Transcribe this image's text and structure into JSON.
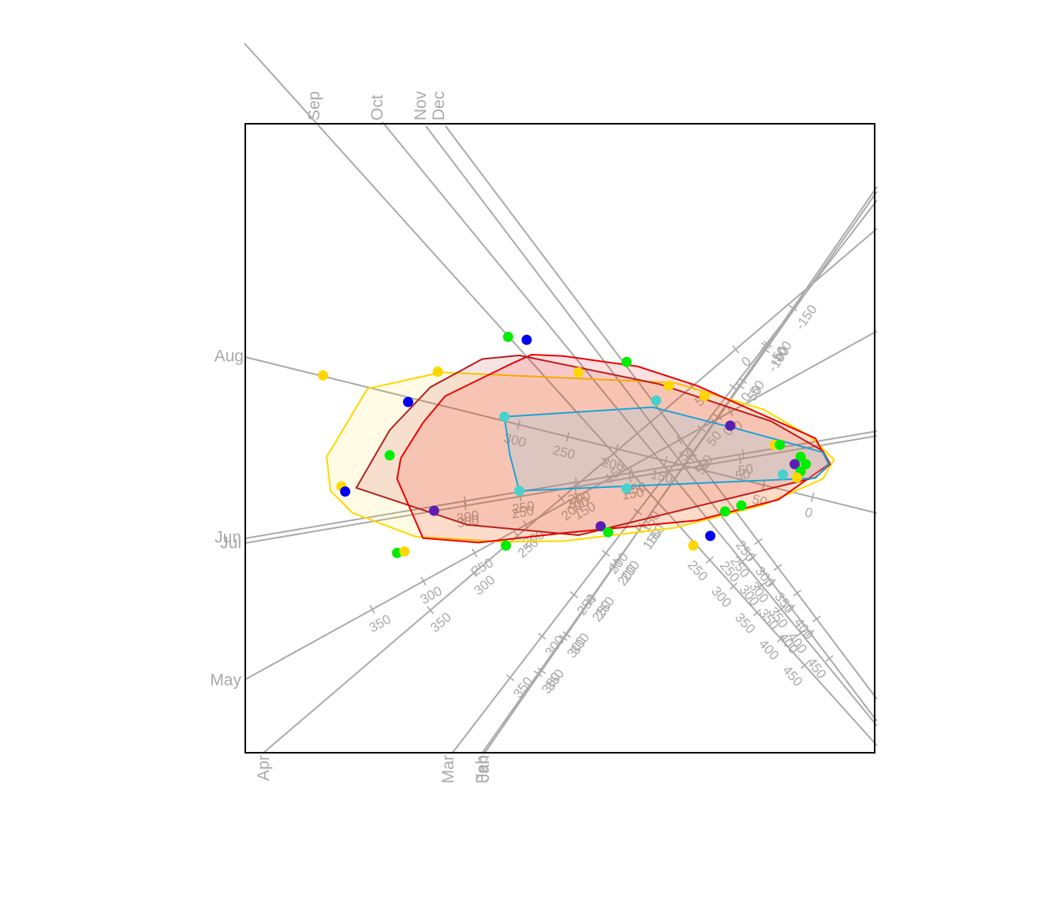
{
  "chart_data": {
    "type": "scatter",
    "title": "",
    "subtitle": "",
    "description_note": "",
    "axes": [
      {
        "name": "Sep",
        "ticks": [
          250,
          300,
          350,
          400,
          450
        ]
      },
      {
        "name": "Oct",
        "ticks": [
          250,
          300,
          350,
          400
        ]
      },
      {
        "name": "Nov",
        "ticks": [
          250,
          300,
          350,
          400,
          450
        ]
      },
      {
        "name": "Dec",
        "ticks": [
          250,
          300,
          350,
          400
        ]
      },
      {
        "name": "Aug",
        "ticks": [
          0,
          50,
          150,
          200,
          250,
          300
        ]
      },
      {
        "name": "Jun",
        "ticks": [
          50,
          150,
          200,
          250,
          300
        ]
      },
      {
        "name": "Jul",
        "ticks": [
          50,
          150,
          200,
          250,
          300
        ]
      },
      {
        "name": "May",
        "ticks": [
          0,
          50,
          150,
          200,
          250,
          300,
          350
        ]
      },
      {
        "name": "Apr",
        "ticks": [
          0,
          50,
          150,
          200,
          250,
          300,
          350
        ]
      },
      {
        "name": "Mar",
        "ticks": [
          -50,
          0,
          50,
          150,
          200,
          250,
          300,
          350
        ]
      },
      {
        "name": "Feb",
        "ticks": [
          -100,
          -50,
          0,
          50,
          150,
          200,
          250,
          300,
          350
        ]
      },
      {
        "name": "Jan",
        "ticks": [
          -150,
          -100,
          -50,
          0,
          50,
          150,
          200,
          250,
          300,
          350
        ]
      }
    ],
    "groups": [
      {
        "name": "",
        "color": "#FFD700",
        "fill": "rgba(255,215,0,0.10)",
        "hull": [
          [
            -3.85,
            1.02
          ],
          [
            -4.4,
            0.1
          ],
          [
            -4.35,
            -0.36
          ],
          [
            -4.05,
            -0.66
          ],
          [
            -3.2,
            -0.98
          ],
          [
            -2.05,
            -1.05
          ],
          [
            -1.2,
            -1.04
          ],
          [
            0.3,
            -0.86
          ],
          [
            1.5,
            -0.55
          ],
          [
            2.3,
            -0.2
          ],
          [
            2.45,
            0.06
          ],
          [
            2.15,
            0.36
          ],
          [
            1.5,
            0.74
          ],
          [
            0.3,
            1.1
          ],
          [
            -2.85,
            1.24
          ]
        ]
      },
      {
        "name": "",
        "color": "#B22222",
        "fill": "rgba(178,34,34,0.12)",
        "hull": [
          [
            -4.0,
            -0.32
          ],
          [
            -3.55,
            0.46
          ],
          [
            -3.0,
            1.04
          ],
          [
            -2.3,
            1.42
          ],
          [
            -1.8,
            1.47
          ],
          [
            0.1,
            1.08
          ],
          [
            1.6,
            0.58
          ],
          [
            2.3,
            0.18
          ],
          [
            2.4,
            0.0
          ],
          [
            2.2,
            -0.18
          ],
          [
            -1.0,
            -0.96
          ],
          [
            -2.5,
            -0.82
          ]
        ]
      },
      {
        "name": "",
        "color": "#EE0000",
        "fill": "rgba(255,0,0,0.12)",
        "hull": [
          [
            -3.1,
            -1.0
          ],
          [
            -3.45,
            -0.2
          ],
          [
            -3.4,
            0.08
          ],
          [
            -3.1,
            0.56
          ],
          [
            -2.8,
            0.92
          ],
          [
            -1.9,
            1.36
          ],
          [
            -1.63,
            1.48
          ],
          [
            -1.2,
            1.46
          ],
          [
            -0.2,
            1.32
          ],
          [
            0.6,
            1.06
          ],
          [
            2.2,
            0.35
          ],
          [
            2.38,
            0.0
          ],
          [
            1.7,
            -0.48
          ],
          [
            0.6,
            -0.76
          ],
          [
            -1.2,
            -0.93
          ],
          [
            -2.35,
            -1.06
          ]
        ]
      },
      {
        "name": "",
        "color": "#1AA3D8",
        "fill": "rgba(135,206,235,0.22)",
        "hull": [
          [
            -2.0,
            0.64
          ],
          [
            0.0,
            0.77
          ],
          [
            1.17,
            0.47
          ],
          [
            2.3,
            0.16
          ],
          [
            2.38,
            0.0
          ],
          [
            2.2,
            -0.19
          ],
          [
            -1.8,
            -0.36
          ],
          [
            -1.93,
            0.14
          ]
        ]
      }
    ],
    "points": [
      {
        "x": -1.95,
        "y": 1.72,
        "color": "#00EE00"
      },
      {
        "x": -1.7,
        "y": 1.68,
        "color": "#0000EE"
      },
      {
        "x": -4.45,
        "y": 1.2,
        "color": "#FFD700"
      },
      {
        "x": -2.9,
        "y": 1.25,
        "color": "#FFD700"
      },
      {
        "x": -1.0,
        "y": 1.24,
        "color": "#FFD700"
      },
      {
        "x": -0.35,
        "y": 1.38,
        "color": "#00EE00"
      },
      {
        "x": 0.22,
        "y": 1.06,
        "color": "#FFD700"
      },
      {
        "x": 0.7,
        "y": 0.92,
        "color": "#FFD700"
      },
      {
        "x": 0.05,
        "y": 0.86,
        "color": "#48D1CC"
      },
      {
        "x": -3.3,
        "y": 0.84,
        "color": "#0000EE"
      },
      {
        "x": -2.0,
        "y": 0.64,
        "color": "#48D1CC"
      },
      {
        "x": 1.05,
        "y": 0.52,
        "color": "#5B1EB4"
      },
      {
        "x": -3.55,
        "y": 0.12,
        "color": "#00EE00"
      },
      {
        "x": 1.65,
        "y": 0.26,
        "color": "#FFD700"
      },
      {
        "x": 1.72,
        "y": 0.26,
        "color": "#00EE00"
      },
      {
        "x": 2.0,
        "y": 0.1,
        "color": "#00EE00"
      },
      {
        "x": 1.92,
        "y": 0.0,
        "color": "#5B1EB4"
      },
      {
        "x": 2.07,
        "y": 0.0,
        "color": "#00EE00"
      },
      {
        "x": 2.0,
        "y": -0.1,
        "color": "#00EE00"
      },
      {
        "x": 1.95,
        "y": -0.18,
        "color": "#FFD700"
      },
      {
        "x": 1.76,
        "y": -0.14,
        "color": "#48D1CC"
      },
      {
        "x": -4.2,
        "y": -0.3,
        "color": "#FFD700"
      },
      {
        "x": -4.15,
        "y": -0.37,
        "color": "#0000EE"
      },
      {
        "x": -1.8,
        "y": -0.36,
        "color": "#48D1CC"
      },
      {
        "x": -0.35,
        "y": -0.33,
        "color": "#48D1CC"
      },
      {
        "x": -2.95,
        "y": -0.63,
        "color": "#5B1EB4"
      },
      {
        "x": 0.98,
        "y": -0.64,
        "color": "#00EE00"
      },
      {
        "x": 1.2,
        "y": -0.56,
        "color": "#00EE00"
      },
      {
        "x": -0.7,
        "y": -0.84,
        "color": "#5B1EB4"
      },
      {
        "x": -0.6,
        "y": -0.92,
        "color": "#00EE00"
      },
      {
        "x": 0.78,
        "y": -0.97,
        "color": "#0000EE"
      },
      {
        "x": -1.98,
        "y": -1.1,
        "color": "#00EE00"
      },
      {
        "x": -3.45,
        "y": -1.2,
        "color": "#00EE00"
      },
      {
        "x": -3.35,
        "y": -1.18,
        "color": "#FFD700"
      },
      {
        "x": 0.55,
        "y": -1.1,
        "color": "#FFD700"
      }
    ],
    "xlim": [
      -5.5,
      3.0
    ],
    "ylim": [
      -3.9,
      4.6
    ],
    "grid": false,
    "legend": "none"
  }
}
